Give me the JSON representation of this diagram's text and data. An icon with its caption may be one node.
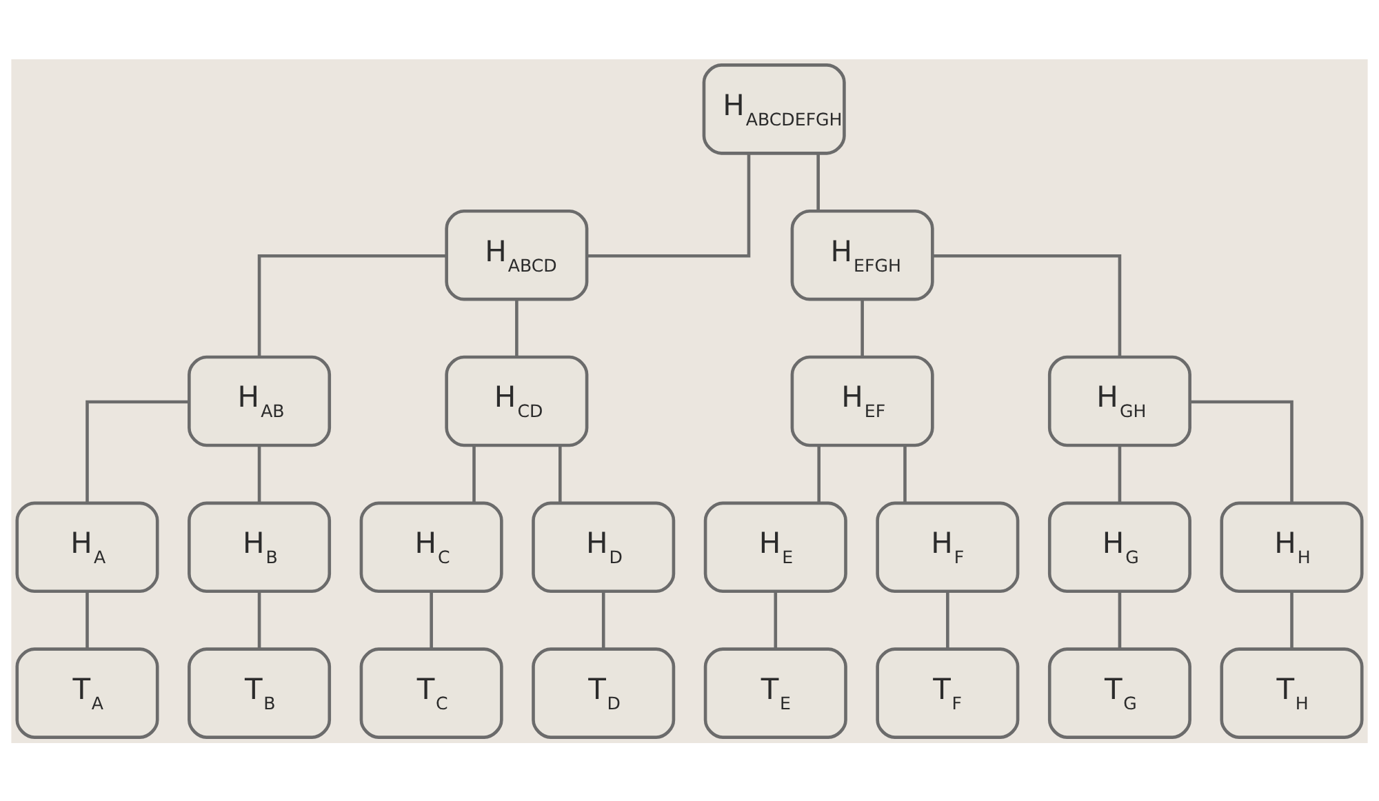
{
  "diagram": {
    "nodes": [
      {
        "text": [
          "H$_{ABCDEFGH}$"
        ]
      },
      {
        "text": [
          "H$_{ABCD}$"
        ]
      },
      {
        "text": [
          "H$_{EFGH}$"
        ]
      },
      {
        "text": [
          "H$_{AB}$"
        ]
      },
      {
        "text": [
          "H$_{CD}$"
        ]
      },
      {
        "text": [
          "H$_{EF}$"
        ]
      },
      {
        "text": [
          "H$_{GH}$"
        ]
      },
      {
        "text": [
          "H$_{A}$"
        ]
      },
      {
        "text": [
          "H$_{B}$"
        ]
      },
      {
        "text": [
          "H$_{C}$"
        ]
      },
      {
        "text": [
          "H$_{D}$"
        ]
      },
      {
        "text": [
          "H$_{E}$"
        ]
      },
      {
        "text": [
          "H$_{F}$"
        ]
      },
      {
        "text": [
          "H$_{G}$"
        ]
      },
      {
        "text": [
          "H$_{H}$"
        ]
      },
      {
        "text": [
          "T$_{A}$"
        ]
      },
      {
        "text": [
          "T$_{B}$"
        ]
      },
      {
        "text": [
          "T$_{C}$"
        ]
      },
      {
        "text": [
          "T$_{D}$"
        ]
      },
      {
        "text": [
          "T$_{E}$"
        ]
      },
      {
        "text": [
          "T$_{F}$"
        ]
      },
      {
        "text": [
          "T$_{G}$"
        ]
      },
      {
        "text": [
          "T$_{H}$"
        ]
      }
    ],
    "edges": [
      {
        "from": 0,
        "to": 1,
        "arrow": "none"
      },
      {
        "from": 0,
        "to": 2,
        "arrow": "none"
      },
      {
        "from": 1,
        "to": 3,
        "arrow": "none"
      },
      {
        "from": 1,
        "to": 4,
        "arrow": "none"
      },
      {
        "from": 2,
        "to": 5,
        "arrow": "none"
      },
      {
        "from": 2,
        "to": 6,
        "arrow": "none"
      },
      {
        "from": 3,
        "to": 7,
        "arrow": "none"
      },
      {
        "from": 3,
        "to": 8,
        "arrow": "none"
      },
      {
        "from": 4,
        "to": 9,
        "arrow": "none"
      },
      {
        "from": 4,
        "to": 10,
        "arrow": "none"
      },
      {
        "from": 5,
        "to": 11,
        "arrow": "none"
      },
      {
        "from": 5,
        "to": 12,
        "arrow": "none"
      },
      {
        "from": 6,
        "to": 13,
        "arrow": "none"
      },
      {
        "from": 6,
        "to": 14,
        "arrow": "none"
      },
      {
        "from": 7,
        "to": 15,
        "arrow": "none"
      },
      {
        "from": 8,
        "to": 16,
        "arrow": "none"
      },
      {
        "from": 9,
        "to": 17,
        "arrow": "none"
      },
      {
        "from": 10,
        "to": 18,
        "arrow": "none"
      },
      {
        "from": 11,
        "to": 19,
        "arrow": "none"
      },
      {
        "from": 12,
        "to": 20,
        "arrow": "none"
      },
      {
        "from": 13,
        "to": 21,
        "arrow": "none"
      },
      {
        "from": 14,
        "to": 22,
        "arrow": "none"
      }
    ]
  }
}
